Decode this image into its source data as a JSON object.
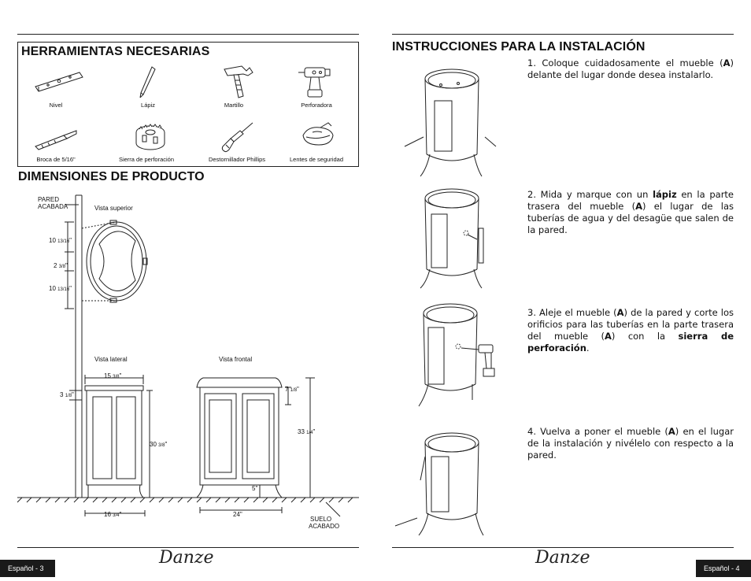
{
  "left_page": {
    "tools_title": "HERRAMIENTAS NECESARIAS",
    "tools": [
      {
        "label": "Nivel",
        "icon": "level-icon"
      },
      {
        "label": "Lápiz",
        "icon": "pencil-icon"
      },
      {
        "label": "Martillo",
        "icon": "hammer-icon"
      },
      {
        "label": "Perforadora",
        "icon": "drill-icon"
      },
      {
        "label": "Broca de 5/16\"",
        "icon": "drill-bit-icon"
      },
      {
        "label": "Sierra de perforación",
        "icon": "hole-saw-icon"
      },
      {
        "label": "Destornillador Phillips",
        "icon": "screwdriver-icon"
      },
      {
        "label": "Lentes de seguridad",
        "icon": "safety-glasses-icon"
      }
    ],
    "dimensions_title": "DIMENSIONES DE PRODUCTO",
    "diagram": {
      "wall_label": [
        "PARED",
        "ACABADA"
      ],
      "top_view_label": "Vista superior",
      "side_view_label": "Vista lateral",
      "front_view_label": "Vista frontal",
      "floor_label": [
        "SUELO",
        "ACABADO"
      ],
      "dims": {
        "top_a_whole": "10",
        "top_a_frac": "13/16",
        "top_a_unit": "\"",
        "top_b_whole": "2",
        "top_b_frac": "3/8",
        "top_b_unit": "\"",
        "top_c_whole": "10",
        "top_c_frac": "13/16",
        "top_c_unit": "\"",
        "depth_whole": "15",
        "depth_frac": "3/8",
        "depth_unit": "\"",
        "offset_whole": "3",
        "offset_frac": "1/8",
        "offset_unit": "\"",
        "side_height_whole": "30",
        "side_height_frac": "3/8",
        "side_height_unit": "\"",
        "base_depth_whole": "16",
        "base_depth_frac": "3/4",
        "base_depth_unit": "\"",
        "top_height_whole": "7",
        "top_height_frac": "1/8",
        "top_height_unit": "\"",
        "total_height_whole": "33",
        "total_height_frac": "1/4",
        "total_height_unit": "\"",
        "leg_height": "5\"",
        "front_width": "24\""
      }
    },
    "footer_label": "Español - 3",
    "brand": "Danze"
  },
  "right_page": {
    "install_title": "INSTRUCCIONES PARA LA INSTALACIÓN",
    "steps": [
      {
        "pre": "1. Coloque cuidadosamente el mueble (",
        "bold1": "A",
        "mid": ") delante del lugar donde desea instalarlo.",
        "bold2": "",
        "post": ""
      },
      {
        "pre": "2. Mida y marque con un ",
        "bold1": "lápiz",
        "mid": " en la parte trasera del mueble (",
        "bold2": "A",
        "post": ") el lugar de las tuberías de agua y del desagüe que salen de la pared."
      },
      {
        "pre": "3. Aleje el mueble (",
        "bold1": "A",
        "mid": ") de la pared y corte los orificios para las tuberías en la parte trasera del mueble (",
        "bold2": "A",
        "post": ") con la ",
        "bold3": "sierra de perforación",
        "end": "."
      },
      {
        "pre": "4. Vuelva a poner el mueble (",
        "bold1": "A",
        "mid": ") en el lugar de la instalación y nivélelo con respecto a la pared.",
        "bold2": "",
        "post": ""
      }
    ],
    "footer_label": "Español - 4",
    "brand": "Danze"
  }
}
